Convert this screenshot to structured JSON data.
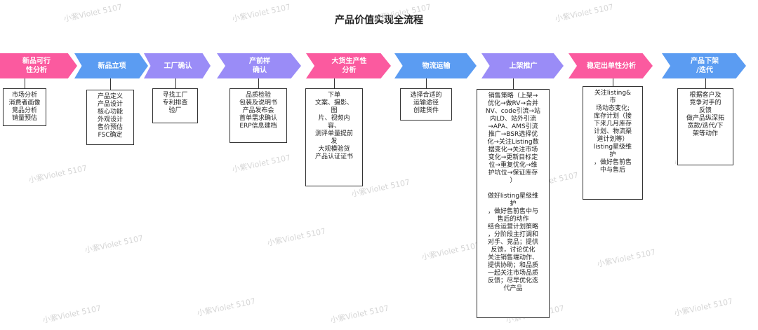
{
  "title": "产品价值实现全流程",
  "watermark": "小紫Violet 5107",
  "colors": {
    "pink": "#fb5a9f",
    "blue": "#5b9cf2",
    "purple": "#9a8cf7"
  },
  "stages": [
    {
      "label": "新品可行\n性分析",
      "color": "#fb5a9f",
      "detail": "市场分析\n消费者画像\n竞品分析\n销量预估"
    },
    {
      "label": "新品立项",
      "color": "#5b9cf2",
      "detail": "产品定义\n产品设计\n核心功能\n外观设计\n售价预估\nFSC确定"
    },
    {
      "label": "工厂确认",
      "color": "#9a8cf7",
      "detail": "寻找工厂\n专利排查\n验厂"
    },
    {
      "label": "产前样\n确认",
      "color": "#9a8cf7",
      "detail": "品质检验\n包装及说明书\n产品发布会\n首单需求确认\nERP信息建档"
    },
    {
      "label": "大货生产性\n分析",
      "color": "#fb5a9f",
      "detail": "下单\n文案、摄影、\n图\n片、视频内\n容、\n测评单量提前\n发\n大规模验货\n产品认证证书"
    },
    {
      "label": "物流运输",
      "color": "#5b9cf2",
      "detail": "选择合适的\n运输途径\n创建货件"
    },
    {
      "label": "上架推广",
      "color": "#9a8cf7",
      "detail": "销售策略（上架→\n优化→做RV→合并\nNV、code引流→站\n内LD、站外引流\n→APA、AMS引流\n推广→BSR选择优\n化→关注Listing数\n据变化→关注市场\n变化→更新目标定\n位→重复优化→维\n护坑位→保证库存\n）\n\n做好listing星级维\n护\n，做好售前售中与\n售后的动作\n结合运营计划策略\n，分阶段主打调和\n对手、竞品；提供\n反馈，讨论优化\n关注销售端动作、\n提供协助；和品质\n一起关注市场品质\n反馈；尽早优化迭\n代产品"
    },
    {
      "label": "稳定出单性分析",
      "color": "#fb5a9f",
      "detail": "关注listing&\n市\n场动态变化;\n库存计划（接\n下来几月库存\n计划、物流渠\n道计划等）\nlisting星级维\n护\n，做好售前售\n中与售后"
    },
    {
      "label": "产品下架\n/迭代",
      "color": "#5b9cf2",
      "detail": "根据客户及\n竞争对手的\n反馈\n做产品纵深拓\n宽款/迭代/下\n架等动作"
    }
  ]
}
